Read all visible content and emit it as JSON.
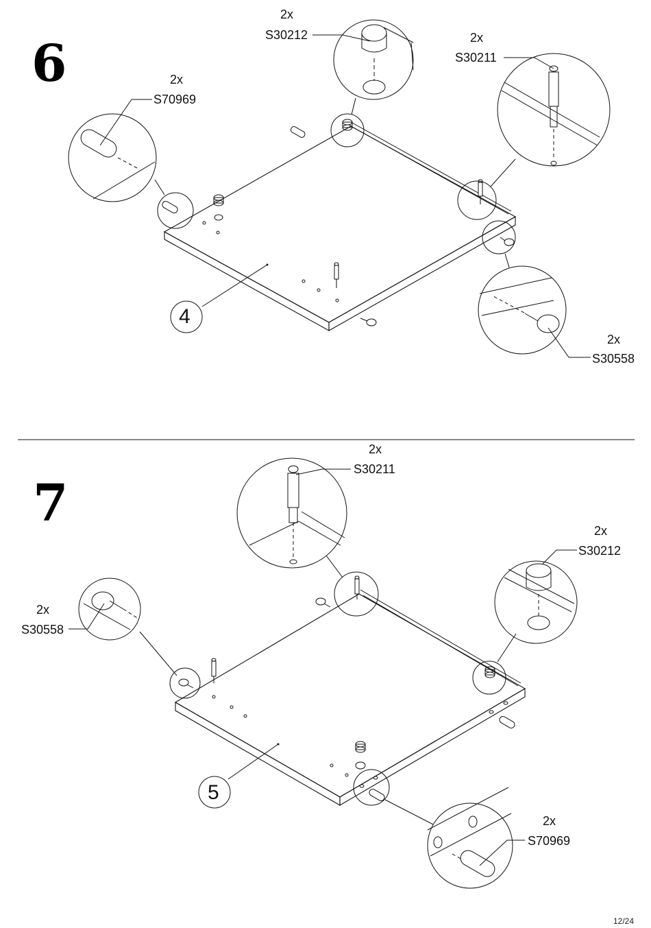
{
  "page": {
    "number": "12/24"
  },
  "steps": [
    {
      "number": "6",
      "panel_label": "4",
      "callouts": [
        {
          "qty": "2x",
          "code": "S30212"
        },
        {
          "qty": "2x",
          "code": "S30211"
        },
        {
          "qty": "2x",
          "code": "S70969"
        },
        {
          "qty": "2x",
          "code": "S30558"
        }
      ]
    },
    {
      "number": "7",
      "panel_label": "5",
      "callouts": [
        {
          "qty": "2x",
          "code": "S30211"
        },
        {
          "qty": "2x",
          "code": "S30212"
        },
        {
          "qty": "2x",
          "code": "S30558"
        },
        {
          "qty": "2x",
          "code": "S70969"
        }
      ]
    }
  ]
}
